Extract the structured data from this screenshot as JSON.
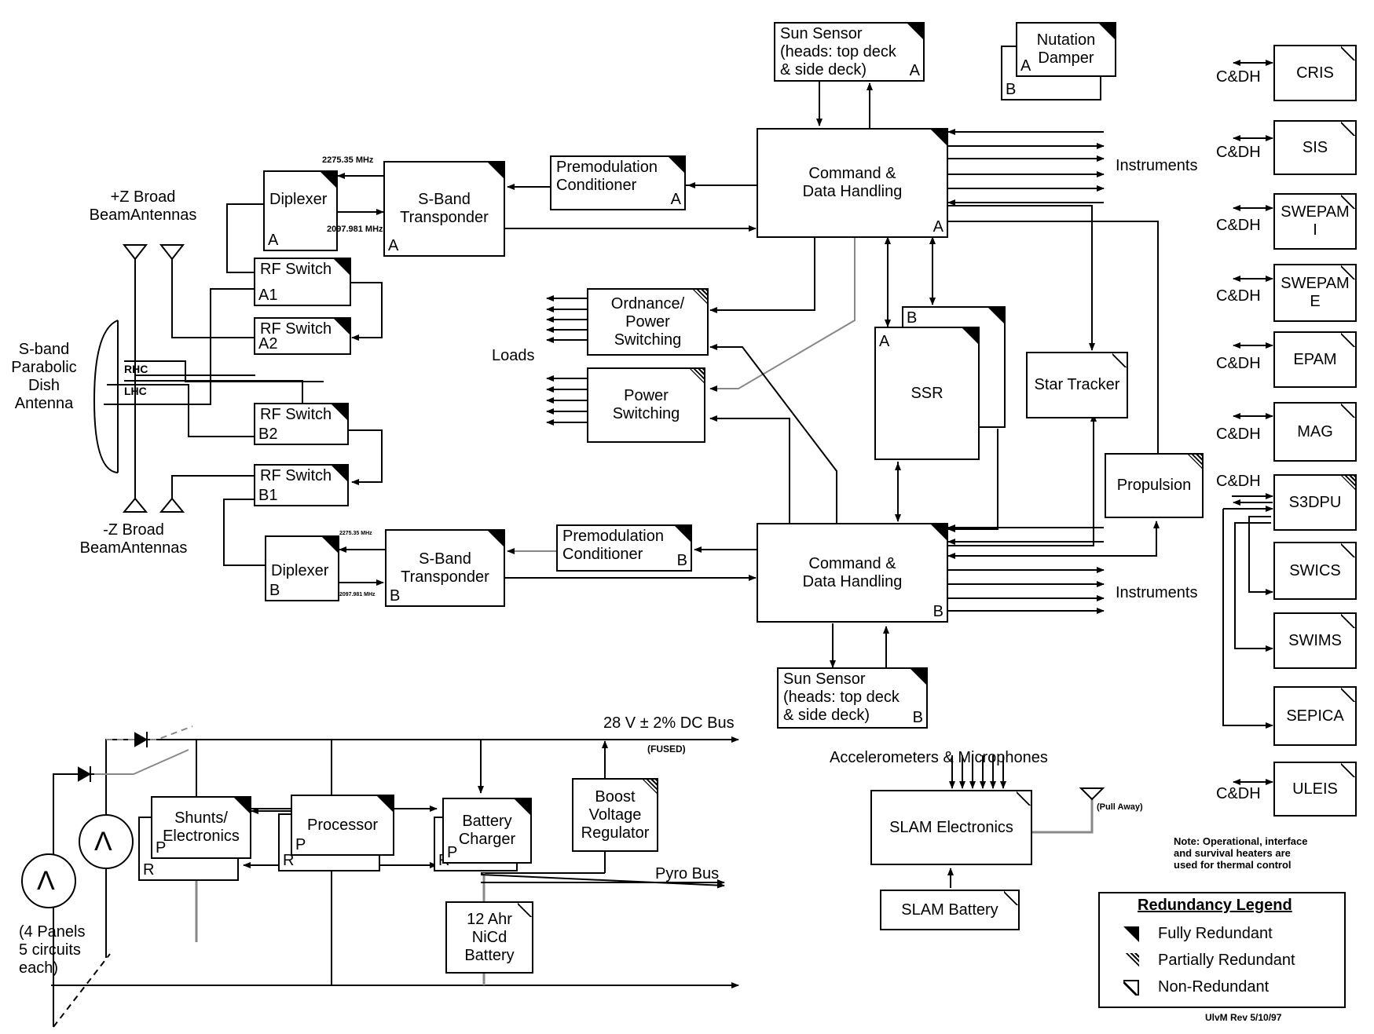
{
  "blocks": {
    "sun_sensor_a": {
      "text": "Sun Sensor\n(heads: top deck\n& side deck)",
      "suffix": "A",
      "redundancy": "full"
    },
    "sun_sensor_b": {
      "text": "Sun Sensor\n(heads: top deck\n& side deck)",
      "suffix": "B",
      "redundancy": "full"
    },
    "nutation_damper": {
      "text": "Nutation\nDamper",
      "front": "A",
      "back": "B",
      "redundancy": "full"
    },
    "cdh_a": {
      "text": "Command &\nData  Handling",
      "suffix": "A",
      "redundancy": "full"
    },
    "cdh_b": {
      "text": "Command &\nData  Handling",
      "suffix": "B",
      "redundancy": "full"
    },
    "premod_a": {
      "text": "Premodulation\nConditioner",
      "suffix": "A",
      "redundancy": "full"
    },
    "premod_b": {
      "text": "Premodulation\nConditioner",
      "suffix": "B",
      "redundancy": "full"
    },
    "sband_a": {
      "text": "S-Band\nTransponder",
      "suffix": "A",
      "redundancy": "full"
    },
    "sband_b": {
      "text": "S-Band\nTransponder",
      "suffix": "B",
      "redundancy": "full"
    },
    "diplexer_a": {
      "text": "Diplexer",
      "suffix": "A",
      "redundancy": "full"
    },
    "diplexer_b": {
      "text": "Diplexer",
      "suffix": "B",
      "redundancy": "full"
    },
    "rf_switch_a1": {
      "text": "RF Switch",
      "suffix": "A1",
      "redundancy": "full"
    },
    "rf_switch_a2": {
      "text": "RF Switch",
      "suffix": "A2",
      "redundancy": "full"
    },
    "rf_switch_b2": {
      "text": "RF Switch",
      "suffix": "B2",
      "redundancy": "full"
    },
    "rf_switch_b1": {
      "text": "RF Switch",
      "suffix": "B1",
      "redundancy": "full"
    },
    "ordnance": {
      "text": "Ordnance/\nPower\nSwitching",
      "redundancy": "partial"
    },
    "power_switching": {
      "text": "Power\nSwitching",
      "redundancy": "partial"
    },
    "ssr": {
      "text": "SSR",
      "front": "A",
      "back": "B",
      "redundancy": "full"
    },
    "star_tracker": {
      "text": "Star Tracker",
      "redundancy": "non"
    },
    "propulsion": {
      "text": "Propulsion",
      "redundancy": "partial"
    },
    "shunts": {
      "text": "Shunts/\nElectronics",
      "p": "P",
      "r": "R",
      "redundancy": "full"
    },
    "processor": {
      "text": "Processor",
      "p": "P",
      "r": "R",
      "redundancy": "full"
    },
    "battery_charger": {
      "text": "Battery\nCharger",
      "p": "P",
      "r": "R",
      "redundancy": "full"
    },
    "boost": {
      "text": "Boost\nVoltage\nRegulator",
      "redundancy": "partial"
    },
    "battery": {
      "text": "12 Ahr\nNiCd\nBattery",
      "redundancy": "non"
    },
    "slam_electronics": {
      "text": "SLAM Electronics",
      "redundancy": "non"
    },
    "slam_battery": {
      "text": "SLAM Battery",
      "redundancy": "non"
    }
  },
  "instruments": [
    {
      "name": "CRIS",
      "cdh": "C&DH",
      "redundancy": "non"
    },
    {
      "name": "SIS",
      "cdh": "C&DH",
      "redundancy": "non"
    },
    {
      "name": "SWEPAM\nI",
      "cdh": "C&DH",
      "redundancy": "non"
    },
    {
      "name": "SWEPAM\nE",
      "cdh": "C&DH",
      "redundancy": "non"
    },
    {
      "name": "EPAM",
      "cdh": "C&DH",
      "redundancy": "non"
    },
    {
      "name": "MAG",
      "cdh": "C&DH",
      "redundancy": "non"
    },
    {
      "name": "S3DPU",
      "cdh": "C&DH",
      "redundancy": "partial"
    },
    {
      "name": "SWICS",
      "cdh": "",
      "redundancy": "non"
    },
    {
      "name": "SWIMS",
      "cdh": "",
      "redundancy": "non"
    },
    {
      "name": "SEPICA",
      "cdh": "",
      "redundancy": "non"
    },
    {
      "name": "ULEIS",
      "cdh": "C&DH",
      "redundancy": "non"
    }
  ],
  "labels": {
    "pz_antennas": "+Z Broad\nBeamAntennas",
    "mz_antennas": "-Z Broad\nBeamAntennas",
    "dish": "S-band\nParabolic\nDish\nAntenna",
    "rhc": "RHC",
    "lhc": "LHC",
    "freq_a_up": "2275.35 MHz",
    "freq_a_down": "2097.981 MHz",
    "freq_b_up": "2275.35 MHz",
    "freq_b_down": "2097.981 MHz",
    "loads": "Loads",
    "instruments_a": "Instruments",
    "instruments_b": "Instruments",
    "dc_bus": "28 V ± 2% DC Bus",
    "fused": "(FUSED)",
    "pyro_bus": "Pyro Bus",
    "panels": "(4 Panels\n5 circuits\neach)",
    "solar_symbol": "Λ",
    "accel": "Accelerometers & Microphones",
    "pull_away": "(Pull Away)",
    "note": "Note: Operational, interface\nand survival heaters are\nused for thermal control",
    "rev": "UlvM Rev 5/10/97"
  },
  "legend": {
    "title": "Redundancy Legend",
    "items": [
      {
        "label": "Fully Redundant",
        "kind": "full"
      },
      {
        "label": "Partially Redundant",
        "kind": "partial"
      },
      {
        "label": "Non-Redundant",
        "kind": "non"
      }
    ]
  }
}
